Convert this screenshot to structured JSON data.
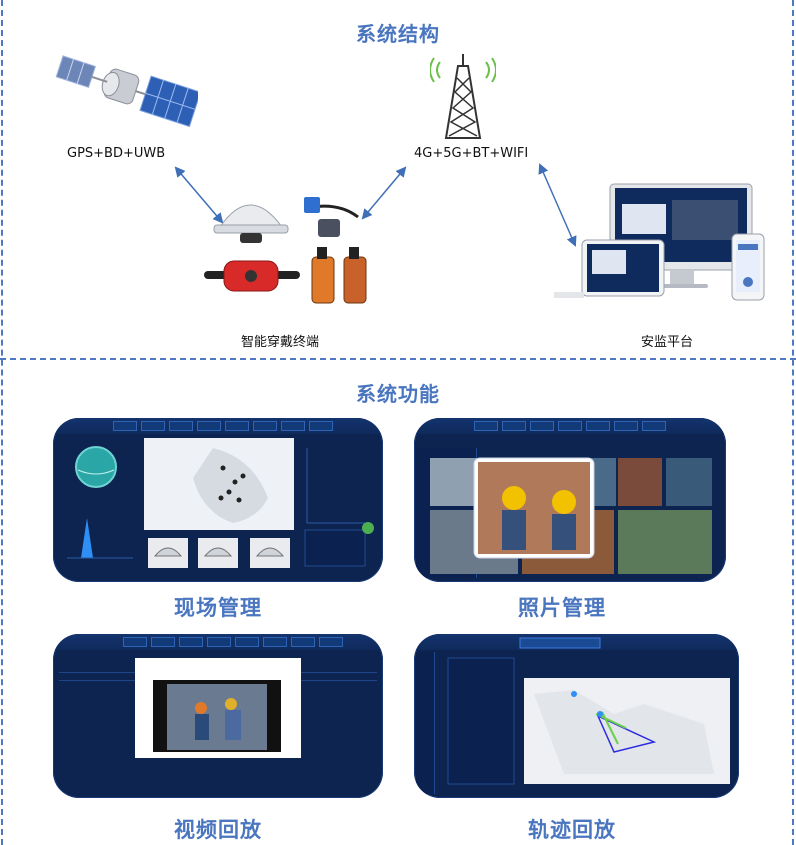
{
  "section_structure": {
    "title": "系统结构"
  },
  "section_function": {
    "title": "系统功能"
  },
  "nodes": {
    "satellite_label": "GPS+BD+UWB",
    "tower_label": "4G+5G+BT+WIFI",
    "terminal_label": "智能穿戴终端",
    "platform_label": "安监平台"
  },
  "functions": [
    {
      "label": "现场管理"
    },
    {
      "label": "照片管理"
    },
    {
      "label": "视频回放"
    },
    {
      "label": "轨迹回放"
    }
  ],
  "colors": {
    "accent": "#4a76c0",
    "arrow": "#3f6fb6",
    "dark_panel": "#0d2451"
  }
}
